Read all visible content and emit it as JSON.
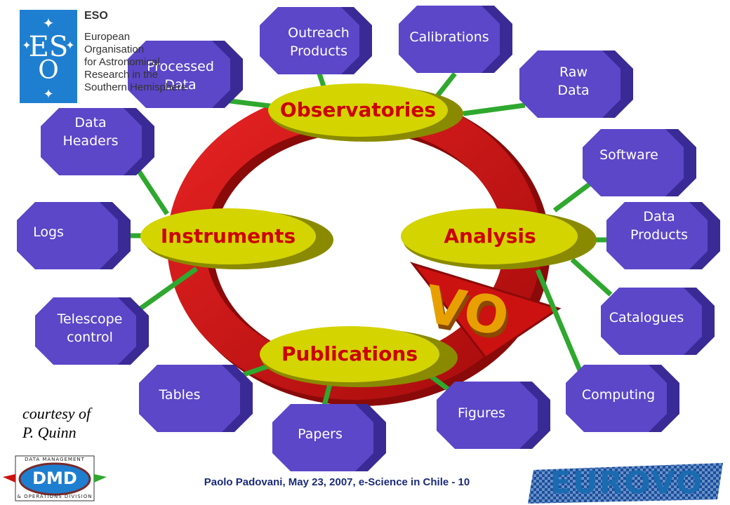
{
  "hubs": {
    "observatories": "Observatories",
    "instruments": "Instruments",
    "analysis": "Analysis",
    "publications": "Publications"
  },
  "nodes": {
    "outreach": "Outreach\nProducts",
    "calibrations": "Calibrations",
    "processed": "Processed\nData",
    "raw": "Raw\nData",
    "headers": "Data\nHeaders",
    "software": "Software",
    "logs": "Logs",
    "data_products": "Data\nProducts",
    "telescope": "Telescope\ncontrol",
    "catalogues": "Catalogues",
    "tables": "Tables",
    "computing": "Computing",
    "figures": "Figures",
    "papers": "Papers"
  },
  "vo_mark": "VO",
  "eso_logo": {
    "acronym": "ESO",
    "glyphs": "ES O",
    "name_lines": [
      "European Organisation",
      "for Astronomical",
      "Research in the",
      "Southern Hemisphere"
    ]
  },
  "credit": "courtesy of\nP. Quinn",
  "footer": "Paolo Padovani, May 23, 2007, e-Science in Chile - 10",
  "dmd_logo": {
    "top": "DATA MANAGEMENT",
    "middle": "DMD",
    "bottom": "& OPERATIONS DIVISION"
  },
  "eurovo_logo": "EUROVO",
  "colors": {
    "node_fill": "#5b47c8",
    "node_side": "#3a2a95",
    "hub_fill": "#d4d400",
    "hub_text_top": "#cc0000",
    "ring": "#cc1111",
    "connector": "#2ea82e",
    "eso_blue": "#1e7fd0",
    "eurovo_blue": "#1a6bb0"
  }
}
